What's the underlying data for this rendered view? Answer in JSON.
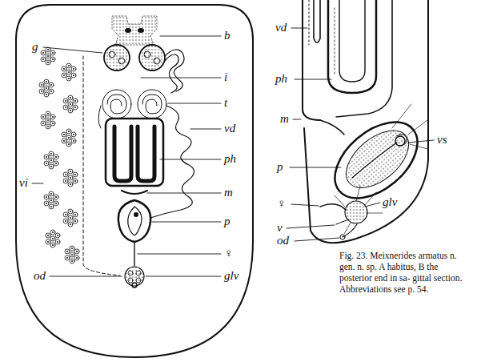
{
  "diagram": {
    "caption": "Fig. 23. Meixnerides armatus n. gen. n. sp. A habitus, B the posterior end in sa- gittal section. Abbreviations see p. 54.",
    "labels": [
      "b",
      "g",
      "i",
      "t",
      "vi",
      "vd",
      "ph",
      "m",
      "p",
      "♀",
      "od",
      "glv",
      "vd",
      "ph",
      "m",
      "vs",
      "p",
      "♀",
      "glv",
      "v",
      "od"
    ]
  }
}
